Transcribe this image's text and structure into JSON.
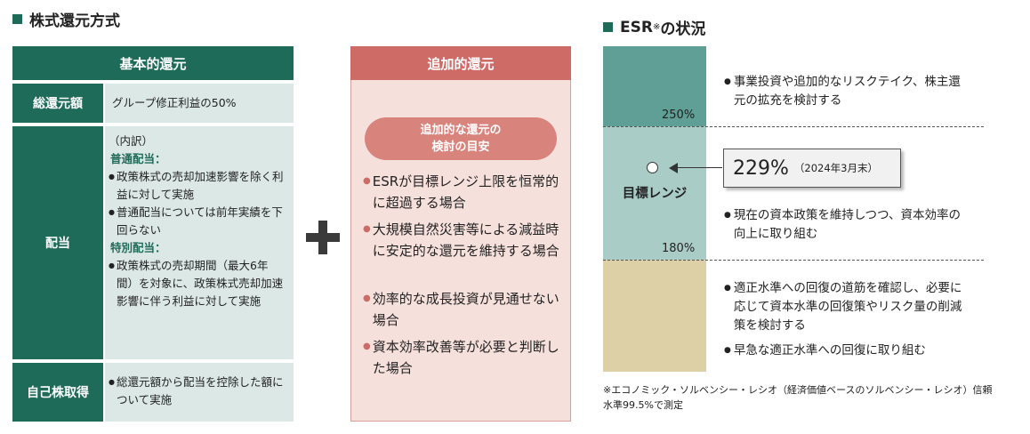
{
  "left_heading": "株式還元方式",
  "right_heading": {
    "main": "ESR",
    "mark": "※",
    "rest": "の状況"
  },
  "basic": {
    "header": "基本的還元",
    "total_return": {
      "label": "総還元額",
      "text": "グループ修正利益の50%"
    },
    "dividend": {
      "label": "配当",
      "breakdown": "（内訳）",
      "ordinary_title": "普通配当：",
      "ordinary_items": [
        "政策株式の売却加速影響を除く利益に対して実施",
        "普通配当については前年実績を下回らない"
      ],
      "special_title": "特別配当：",
      "special_items": [
        "政策株式の売却期間（最大6年間）を対象に、政策株式売却加速影響に伴う利益に対して実施"
      ]
    },
    "buyback": {
      "label": "自己株取得",
      "items": [
        "総還元額から配当を控除した額について実施"
      ]
    }
  },
  "additional": {
    "header": "追加的還元",
    "pill": [
      "追加的な還元の",
      "検討の目安"
    ],
    "items": [
      "ESRが目標レンジ上限を恒常的に超過する場合",
      "大規模自然災害等による減益時に安定的な還元を維持する場合",
      "効率的な成長投資が見通せない場合",
      "資本効率改善等が必要と判断した場合"
    ]
  },
  "esr": {
    "upper_pct": "250%",
    "lower_pct": "180%",
    "target_label": "目標レンジ",
    "current_value": "229%",
    "current_note": "（2024年3月末）",
    "above_text": "事業投資や追加的なリスクテイク、株主還元の拡充を検討する",
    "within_text": "現在の資本政策を維持しつつ、資本効率の向上に取り組む",
    "below_texts": [
      "適正水準への回復の道筋を確認し、必要に応じて資本水準の回復策やリスク量の削減策を検討する",
      "早急な適正水準への回復に取り組む"
    ],
    "footnote": "※エコノミック・ソルベンシー・レシオ（経済価値ベースのソルベンシー・レシオ）信頼水準99.5%で測定",
    "colors": {
      "above": "#5f9f95",
      "within": "#a9ccc6",
      "below": "#ddd0a6"
    }
  },
  "bullet": "●",
  "colors": {
    "green": "#1f6b5a",
    "green_light": "#dce8e6",
    "red": "#cf6b66",
    "red_light": "#f6e0dc"
  }
}
